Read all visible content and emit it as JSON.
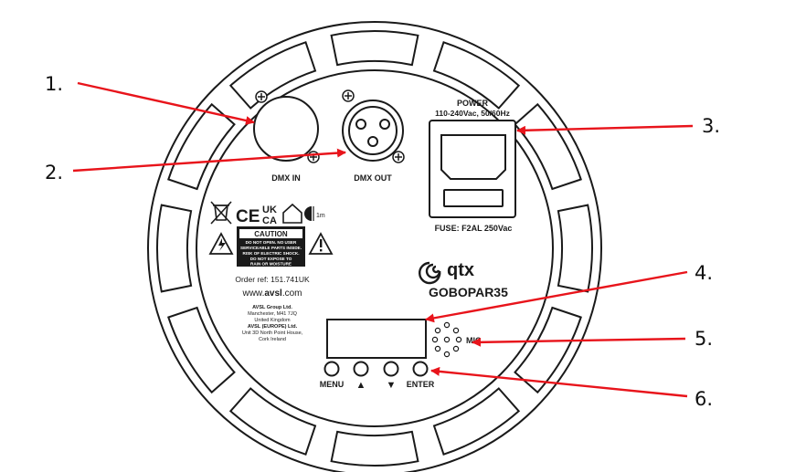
{
  "connectors": {
    "dmx_in": "DMX IN",
    "dmx_out": "DMX OUT",
    "power_title": "POWER",
    "power_spec": "110-240Vac, 50/60Hz",
    "fuse": "FUSE: F2AL 250Vac"
  },
  "brand": {
    "logo_text": "qtx",
    "model": "GOBOPAR35"
  },
  "marks": {
    "ce": "CE",
    "ukca_top": "UK",
    "ukca_bottom": "CA",
    "distance": "1m"
  },
  "caution": {
    "title": "CAUTION",
    "lines": [
      "DO NOT OPEN. NO USER",
      "SERVICEABLE PARTS INSIDE.",
      "RISK OF ELECTRIC SHOCK.",
      "DO NOT EXPOSE TO",
      "RAIN OR MOISTURE"
    ]
  },
  "info": {
    "order_ref": "Order ref: 151.741UK",
    "website_prefix": "www.",
    "website_bold": "avsl",
    "website_suffix": ".com",
    "address_lines": [
      "AVSL Group Ltd.",
      "Manchester, M41 7JQ",
      "United Kingdom",
      "AVSL (EUROPE) Ltd.",
      "Unit 3D North Point House,",
      "Cork Ireland"
    ]
  },
  "controls": {
    "menu": "MENU",
    "up": "▲",
    "down": "▼",
    "enter": "ENTER",
    "mic": "MIC"
  },
  "callouts": [
    "1.",
    "2.",
    "3.",
    "4.",
    "5.",
    "6."
  ],
  "colors": {
    "arrow": "#e8141b",
    "outline": "#1a1a1a"
  },
  "icons": [
    "weee-bin-icon",
    "ce-mark-icon",
    "ukca-mark-icon",
    "indoor-use-icon",
    "distance-icon",
    "warning-triangle-icon",
    "qtx-logo-icon",
    "xlr-socket-icon",
    "iec-socket-icon",
    "screw-icon"
  ]
}
